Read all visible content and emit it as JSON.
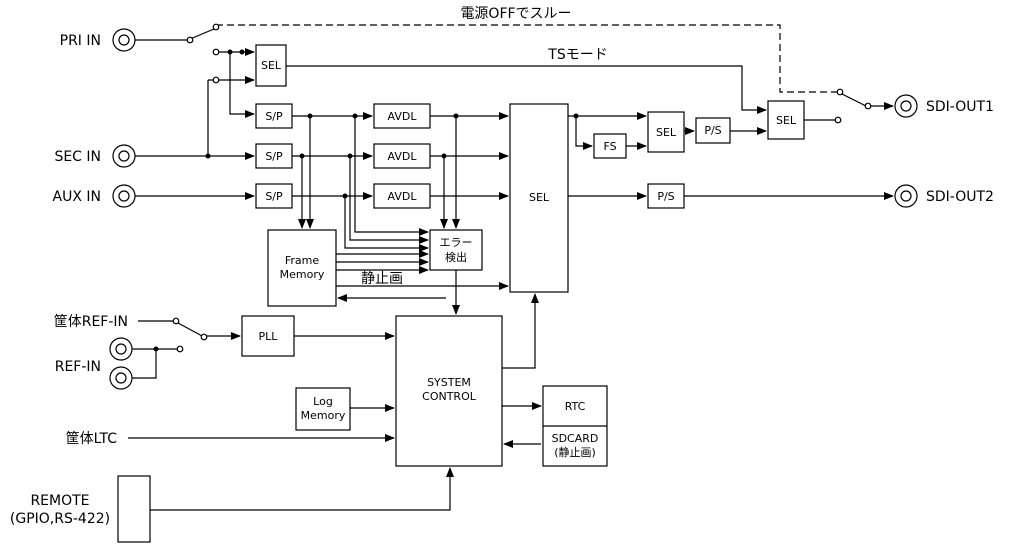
{
  "inputs": {
    "pri_in": "PRI IN",
    "sec_in": "SEC IN",
    "aux_in": "AUX IN",
    "chassis_ref_in": "筐体REF-IN",
    "ref_in": "REF-IN",
    "chassis_ltc": "筐体LTC",
    "remote_line1": "REMOTE",
    "remote_line2": "(GPIO,RS-422)"
  },
  "outputs": {
    "sdi_out1": "SDI-OUT1",
    "sdi_out2": "SDI-OUT2"
  },
  "annotations": {
    "power_off_through": "電源OFFでスルー",
    "ts_mode": "TSモード",
    "still_image": "静止画"
  },
  "blocks": {
    "sel": "SEL",
    "sp": "S/P",
    "avdl": "AVDL",
    "ps": "P/S",
    "fs": "FS",
    "frame_memory_line1": "Frame",
    "frame_memory_line2": "Memory",
    "error_detect_line1": "エラー",
    "error_detect_line2": "検出",
    "pll": "PLL",
    "system_control_line1": "SYSTEM",
    "system_control_line2": "CONTROL",
    "log_memory_line1": "Log",
    "log_memory_line2": "Memory",
    "rtc": "RTC",
    "sdcard_line1": "SDCARD",
    "sdcard_line2": "(静止画)"
  }
}
